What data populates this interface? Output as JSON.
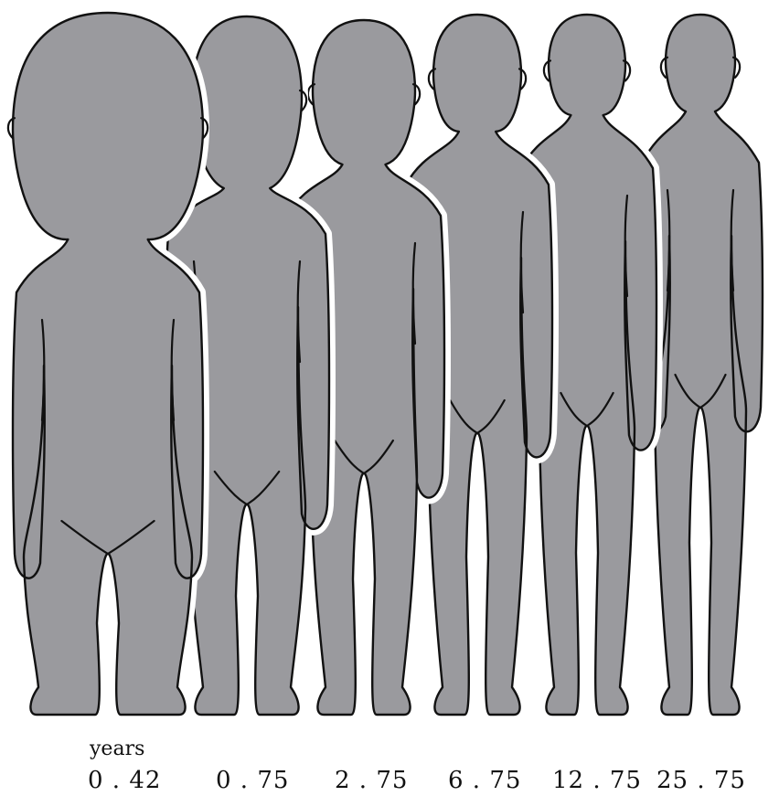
{
  "figure": {
    "unit_label": "years",
    "figures": [
      {
        "age_label": "0 . 42"
      },
      {
        "age_label": "0 . 75"
      },
      {
        "age_label": "2 . 75"
      },
      {
        "age_label": "6 . 75"
      },
      {
        "age_label": "12 . 75"
      },
      {
        "age_label": "25 . 75"
      }
    ],
    "colors": {
      "silhouette_fill": "#9a9a9e",
      "outline": "#111111",
      "background": "#ffffff"
    }
  }
}
